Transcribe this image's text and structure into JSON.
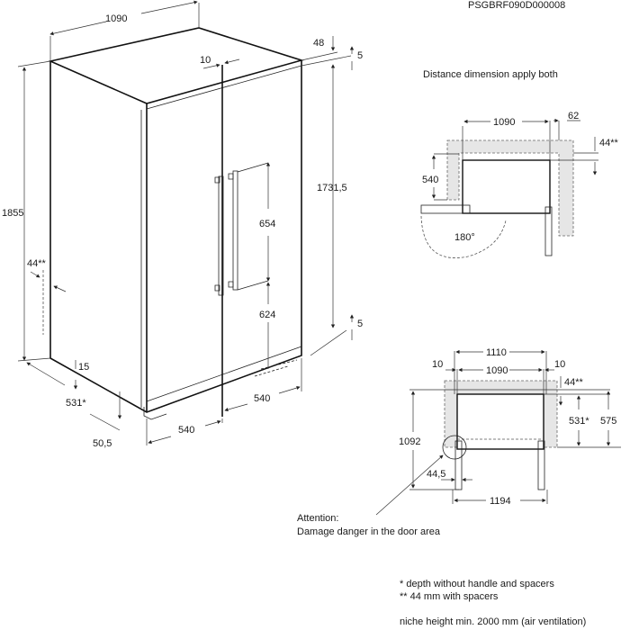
{
  "doc_code": "PSGBRF090D000008",
  "perspective": {
    "width": "1090",
    "height": "1855",
    "top_gap": "48",
    "gap_top": "5",
    "gap_bottom": "5",
    "door_gap": "10",
    "door_height": "1731,5",
    "handle_length": "654",
    "handle_from_floor": "624",
    "spacer": "44**",
    "foot": "15",
    "depth": "531*",
    "door_width_left": "540",
    "door_width_right": "540",
    "foot_depth": "50,5"
  },
  "top_view": {
    "title": "Distance dimension apply both",
    "width": "1090",
    "side_gap": "62",
    "spacer": "44**",
    "door_width": "540",
    "angle": "180°"
  },
  "bottom_view": {
    "outer_width": "1110",
    "gap_left": "10",
    "gap_right": "10",
    "width": "1090",
    "spacer": "44**",
    "depth": "531*",
    "depth_total": "575",
    "open_depth": "1092",
    "offset": "44,5",
    "open_width": "1194"
  },
  "attention": {
    "line1": "Attention:",
    "line2": "Damage danger in the door area"
  },
  "notes": [
    "*  depth without handle and spacers",
    "** 44 mm with spacers",
    "niche height min. 2000 mm (air ventilation)"
  ]
}
